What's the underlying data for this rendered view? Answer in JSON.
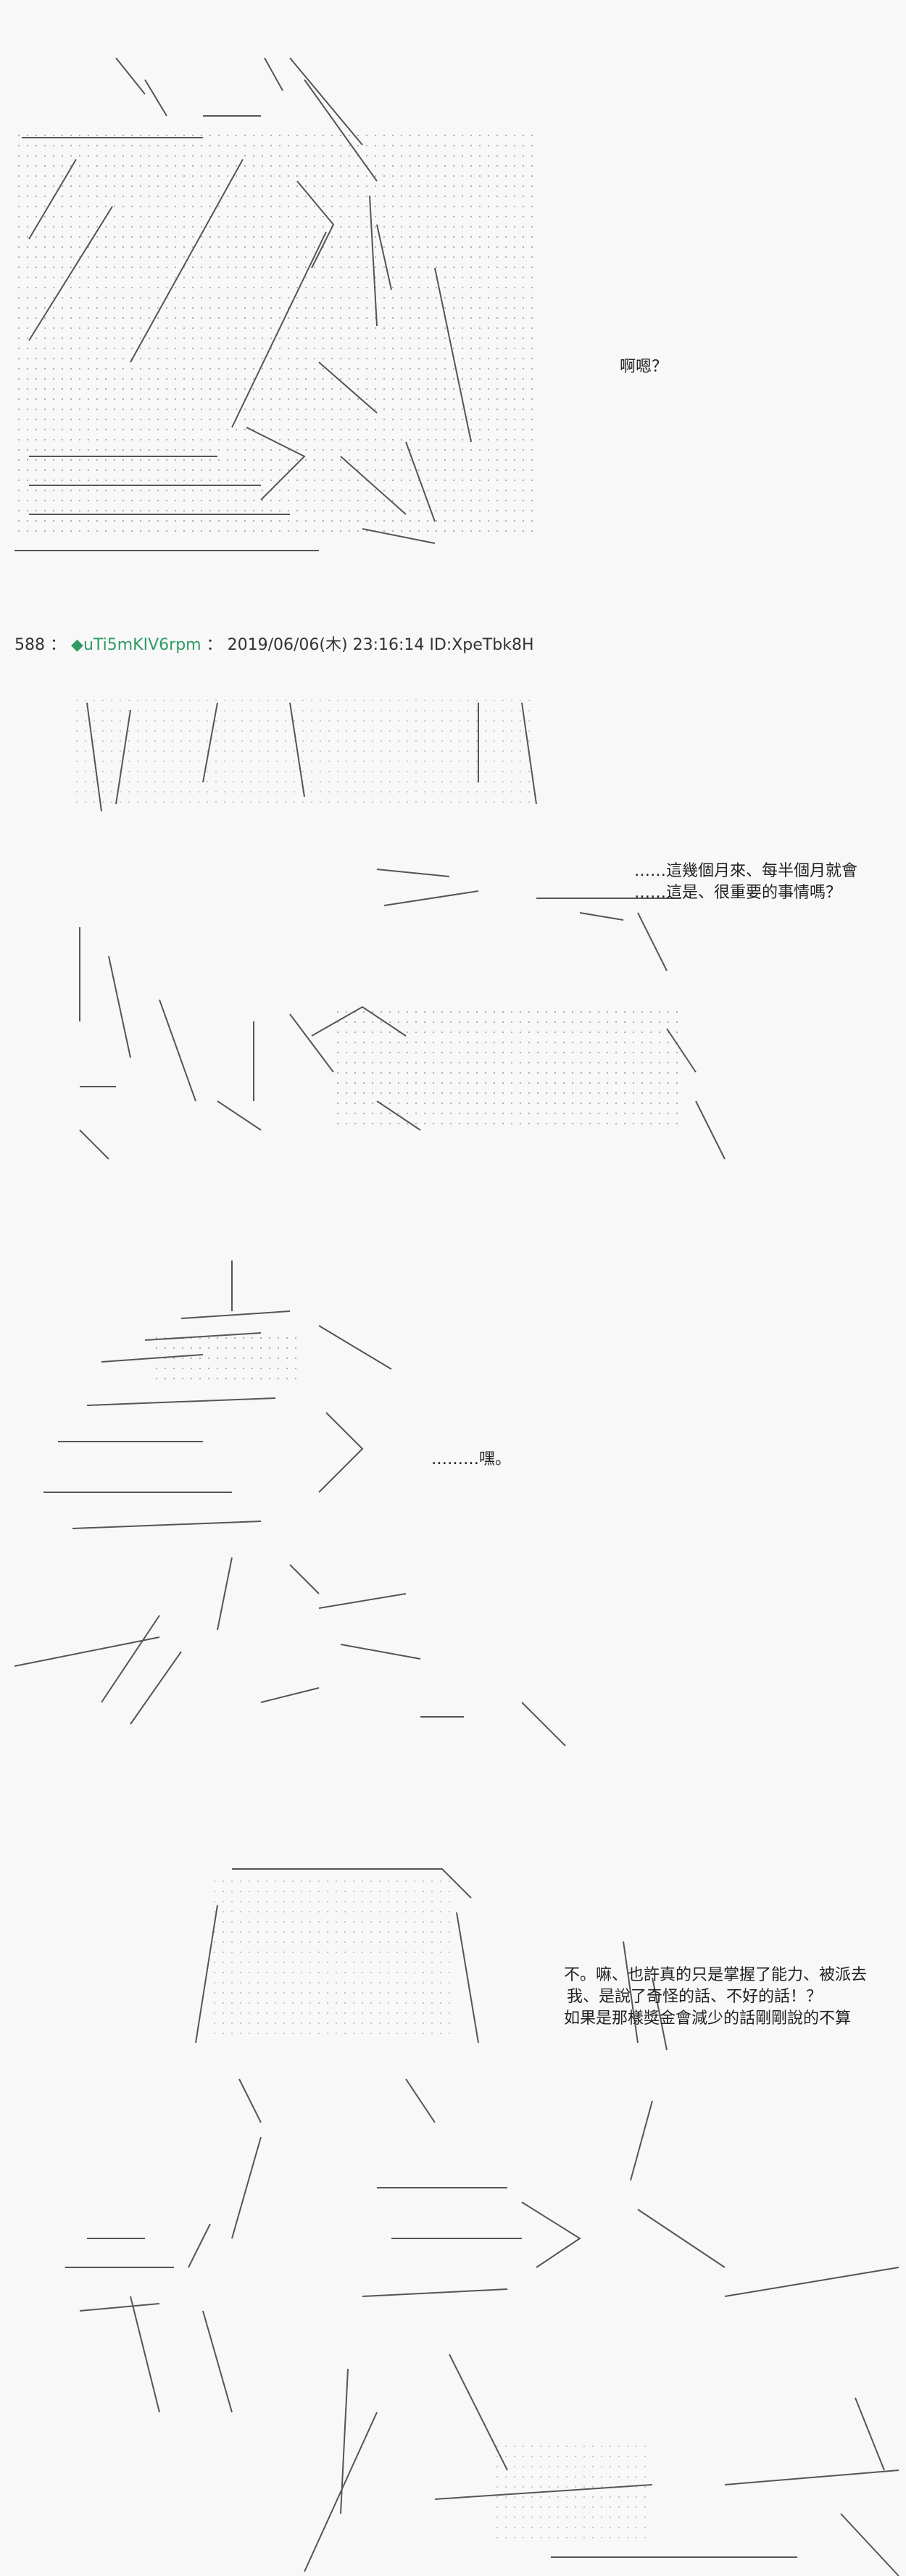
{
  "panels": [
    {
      "dialogue": [
        "啊嗯？"
      ]
    },
    {
      "dialogue": [
        "……這幾個月來、每半個月就會",
        "……這是、很重要的事情嗎？"
      ]
    },
    {
      "dialogue": [
        "………嘿。"
      ]
    },
    {
      "dialogue": [
        "不。嘛、也許真的只是掌握了能力、被派去",
        "我、是說了奇怪的話、不好的話！？",
        "如果是那樣獎金會減少的話剛剛說的不算"
      ]
    }
  ],
  "post_header": {
    "number": "588",
    "separator": "：",
    "trip_icon": "◆",
    "trip": "uTi5mKIV6rpm",
    "datetime": "2019/06/06(木) 23:16:14",
    "id": "ID:XpeTbk8H"
  },
  "colors": {
    "background": "#f8f8f8",
    "trip": "#2f9a64",
    "art": "#555555"
  }
}
